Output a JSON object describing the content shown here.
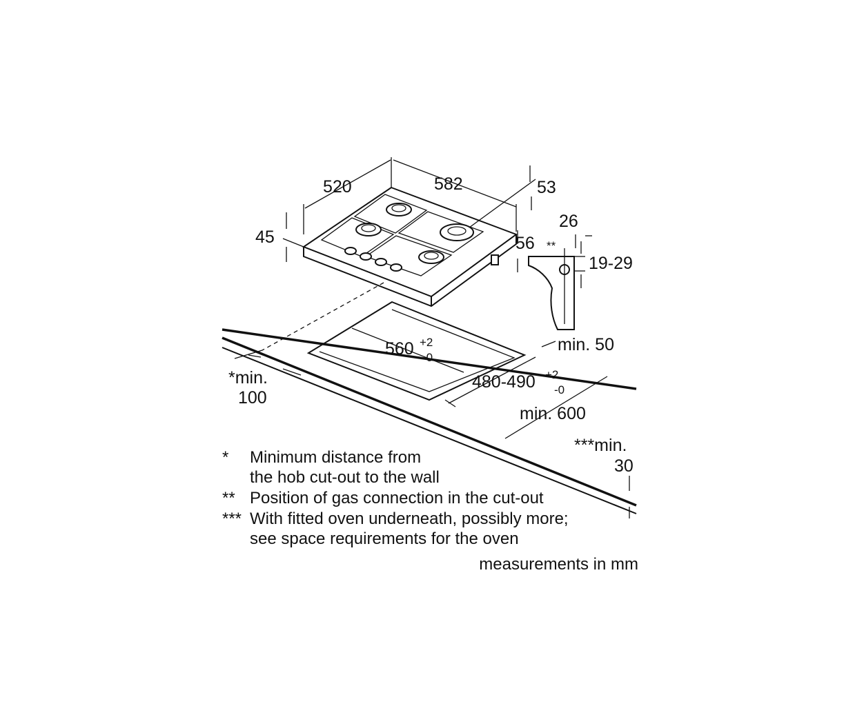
{
  "dimensions": {
    "depth": "520",
    "width": "582",
    "height_left": "45",
    "side_top": "53",
    "side_bottom": "56",
    "gas_offset": "26",
    "gas_mark": "**",
    "gas_height": "19-29",
    "cutout_width": "560",
    "cutout_width_tol_plus": "+2",
    "cutout_width_tol_minus": "-0",
    "cutout_depth": "480-490",
    "cutout_depth_tol_plus": "+2",
    "cutout_depth_tol_minus": "-0",
    "min_front": "min. 50",
    "min_wall_line1": "*min.",
    "min_wall_line2": "100",
    "min_worktop": "min. 600",
    "min_oven_line1": "***min.",
    "min_oven_line2": "30"
  },
  "notes": [
    {
      "marker": "*",
      "lines": [
        "Minimum distance from",
        "the hob cut-out to the wall"
      ]
    },
    {
      "marker": "**",
      "lines": [
        "Position of gas connection in the cut-out"
      ]
    },
    {
      "marker": "***",
      "lines": [
        "With fitted oven underneath, possibly more;",
        "see space requirements for the oven"
      ]
    }
  ],
  "units_caption": "measurements in mm"
}
